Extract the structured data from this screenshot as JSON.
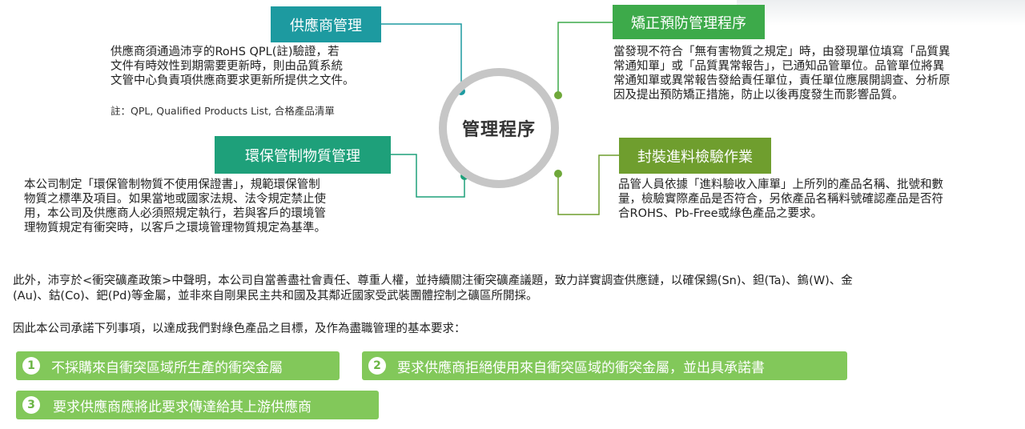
{
  "center": {
    "label": "管理程序"
  },
  "boxes": {
    "supplier": {
      "title": "供應商管理",
      "color": "#1d9aa0",
      "lines": [
        "供應商須通過沛亨的RoHS QPL(註)驗證，若",
        "文件有時效性到期需要更新時，則由品質系統",
        "文管中心負責項供應商要求更新所提供之文件。"
      ],
      "note": "註：QPL, Qualified Products List, 合格產品清單"
    },
    "environment": {
      "title": "環保管制物質管理",
      "color": "#1ea07a",
      "lines": [
        "本公司制定「環保管制物質不使用保證書」，規範環保管制",
        "物質之標準及項目。如果當地或國家法規、法令規定禁止使",
        "用，本公司及供應商人必須照規定執行，若與客戶的環境管",
        "理物質規定有衝突時，以客戶之環境管理物質規定為基準。"
      ]
    },
    "corrective": {
      "title": "矯正預防管理程序",
      "color": "#3daa4a",
      "lines": [
        "當發現不符合「無有害物質之規定」時，由發現單位填寫「品質異",
        "常通知單」或「品質異常報告」，已通知品管單位。品管單位將異",
        "常通知單或異常報告發給責任單位，責任單位應展開調查、分析原",
        "因及提出預防矯正措施，防止以後再度發生而影響品質。"
      ]
    },
    "incoming": {
      "title": "封裝進料檢驗作業",
      "color": "#6f9e2e",
      "lines": [
        "品管人員依據「進料驗收入庫單」上所列的產品名稱、批號和數",
        "量，檢驗實際產品是否符合，另依產品名稱料號確認產品是否符",
        "合ROHS、Pb-Free或綠色產品之要求。"
      ]
    }
  },
  "statement": {
    "lines": [
      "此外，沛亨於<衝突礦產政策>中聲明，本公司自當善盡社會責任、尊重人權，並持續關注衝突礦產議題，致力詳實調查供應鏈，以確保錫(Sn)、鉭(Ta)、鎢(W)、金",
      "(Au)、鈷(Co)、鈀(Pd)等金屬，並非來自剛果民主共和國及其鄰近國家受武裝團體控制之礦區所開採。"
    ],
    "commitment_intro": "因此本公司承諾下列事項，以達成我們對綠色產品之目標，及作為盡職管理的基本要求："
  },
  "commitments": [
    {
      "number": "1",
      "text": "不採購來自衝突區域所生產的衝突金屬"
    },
    {
      "number": "2",
      "text": "要求供應商拒絕使用來自衝突區域的衝突金屬，並出具承諾書"
    },
    {
      "number": "3",
      "text": "要求供應商應將此要求傳達給其上游供應商"
    }
  ],
  "colors": {
    "ring": "#c6c6c6",
    "connector_teal": "#1d9aa0",
    "connector_green": "#6fa83a",
    "pill": "#82c85a"
  }
}
